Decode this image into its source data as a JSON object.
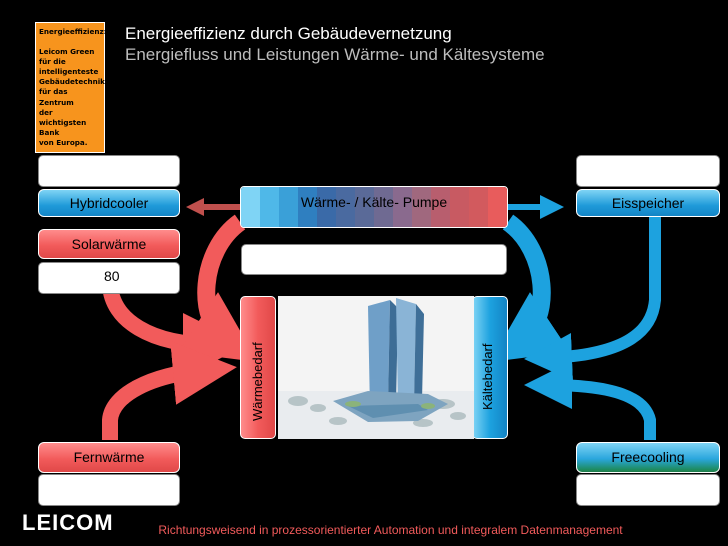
{
  "sidebar_note": {
    "heading": "Energieeffizienz:",
    "lines": [
      "Leicom Green",
      "für die",
      "intelligenteste",
      "Gebäudetechnik",
      "für das Zentrum",
      "der wichtigsten",
      "Bank",
      "von Europa."
    ]
  },
  "header": {
    "title": "Energieeffizienz durch Gebäudevernetzung",
    "subtitle": "Energiefluss und Leistungen Wärme- und Kältesysteme"
  },
  "nodes": {
    "hybridcooler": "Hybridcooler",
    "solarwaerme": "Solarwärme",
    "solarwaerme_value": "80",
    "fernwaerme": "Fernwärme",
    "eisspeicher": "Eisspeicher",
    "freecooling": "Freecooling",
    "pump": "Wärme- / Kälte- Pumpe",
    "waermebedarf": "Wärmebedarf",
    "kaeltebedarf": "Kältebedarf"
  },
  "colors": {
    "heat": "#f25b5b",
    "cold": "#1da2df",
    "note_bg": "#f7941d"
  },
  "footer": {
    "logo": "LEICOM",
    "tagline": "Richtungsweisend in prozessorientierter Automation und integralem Datenmanagement"
  }
}
